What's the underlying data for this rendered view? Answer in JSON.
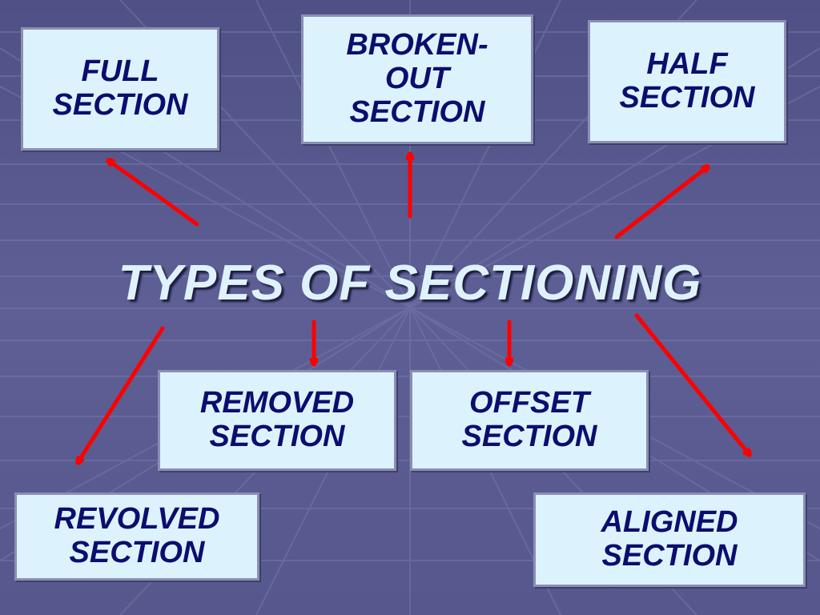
{
  "title": "TYPES OF SECTIONING",
  "boxes": {
    "full": "FULL\nSECTION",
    "broken_out": "BROKEN-\nOUT\nSECTION",
    "half": "HALF\nSECTION",
    "removed": "REMOVED\nSECTION",
    "offset": "OFFSET\nSECTION",
    "revolved": "REVOLVED\nSECTION",
    "aligned": "ALIGNED\nSECTION"
  },
  "colors": {
    "background": "#5b5c90",
    "box_fill": "#dcf3fd",
    "box_text": "#0d0d6e",
    "title_text": "#dff2fb",
    "arrow": "#ff0000"
  }
}
